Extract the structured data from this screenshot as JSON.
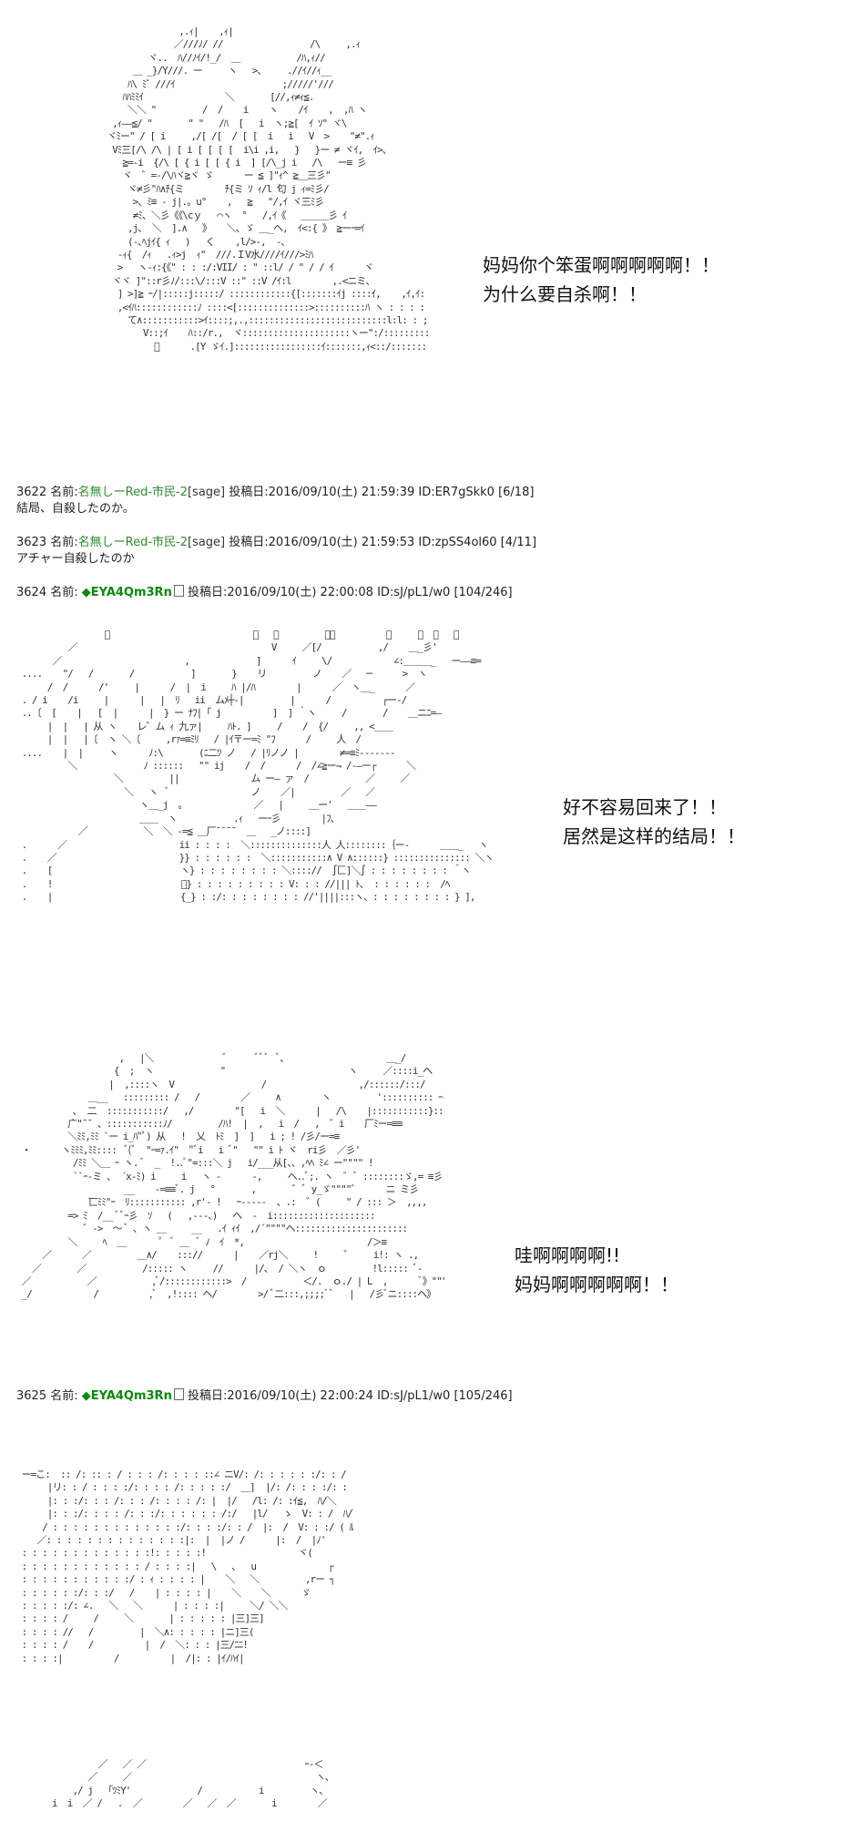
{
  "speech": {
    "s1": [
      "妈妈你个笨蛋啊啊啊啊啊！！",
      "为什么要自杀啊！！"
    ],
    "s2": [
      "好不容易回来了！！",
      "居然是这样的结局！！"
    ],
    "s3": [
      "哇啊啊啊啊!!",
      "妈妈啊啊啊啊啊！！"
    ]
  },
  "posts": [
    {
      "num": "3622",
      "label": "名前:",
      "name": "名無しーRed-市民-2",
      "sage": "[sage]",
      "meta": "投稿日:2016/09/10(土) 21:59:39 ID:ER7gSkk0 [6/18]",
      "body": "結局、自殺したのか。"
    },
    {
      "num": "3623",
      "label": "名前:",
      "name": "名無しーRed-市民-2",
      "sage": "[sage]",
      "meta": "投稿日:2016/09/10(土) 21:59:53 ID:zpSS4ol60 [4/11]",
      "body": "アチャー自殺したのか"
    },
    {
      "num": "3624",
      "label": "名前:",
      "trip": "◆EYA4Qm3Rn",
      "meta": "投稿日:2016/09/10(土) 22:00:08 ID:sJ/pL1/w0 [104/246]"
    },
    {
      "num": "3625",
      "label": "名前:",
      "trip": "◆EYA4Qm3Rn",
      "meta": "投稿日:2016/09/10(土) 22:00:24 ID:sJ/pL1/w0 [105/246]"
    }
  ],
  "icons": {
    "mark": "mail-square-icon"
  },
  "colors": {
    "name": "#2e8b2e",
    "trip": "#0a8a0a"
  }
}
